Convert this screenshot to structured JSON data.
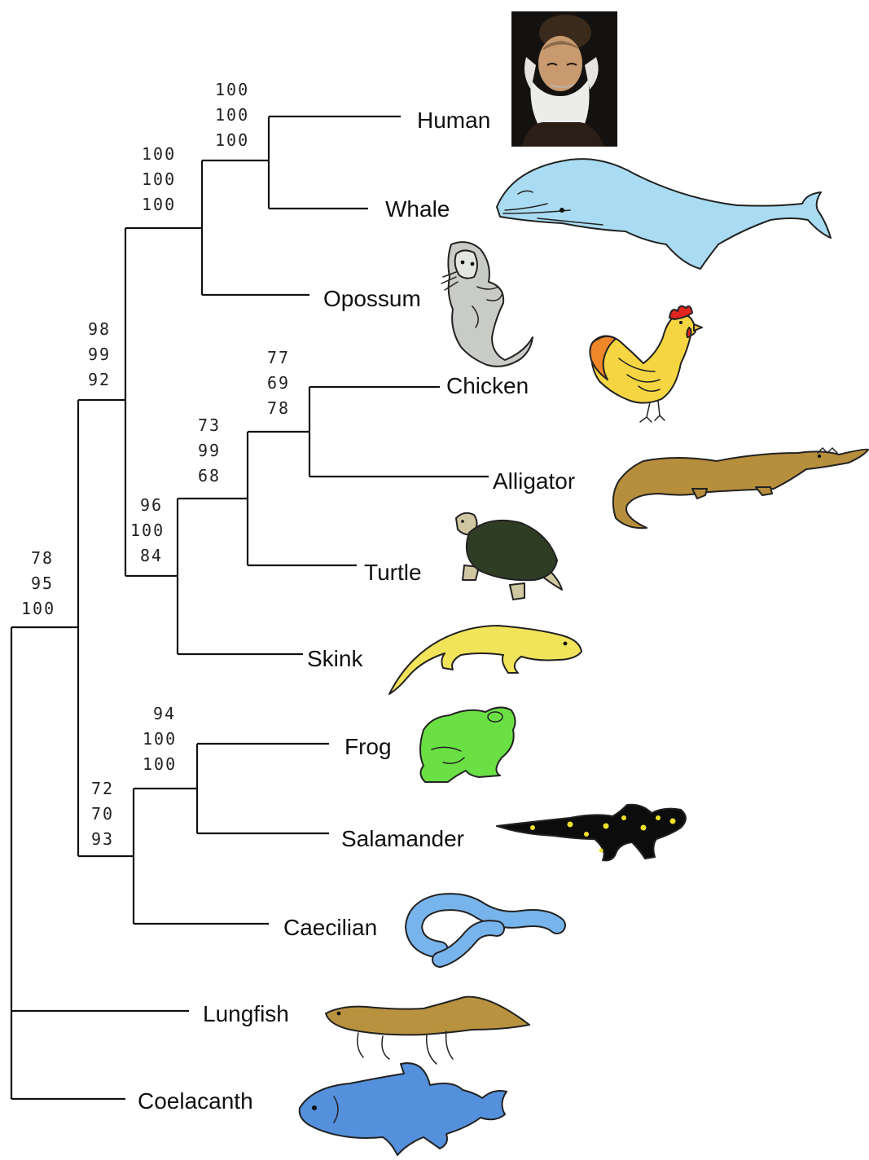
{
  "taxa": {
    "human": "Human",
    "whale": "Whale",
    "opossum": "Opossum",
    "chicken": "Chicken",
    "alligator": "Alligator",
    "turtle": "Turtle",
    "skink": "Skink",
    "frog": "Frog",
    "salamander": "Salamander",
    "caecilian": "Caecilian",
    "lungfish": "Lungfish",
    "coelacanth": "Coelacanth"
  },
  "support": {
    "human_whale": [
      "100",
      "100",
      "100"
    ],
    "mammals": [
      "100",
      "100",
      "100"
    ],
    "amniotes": [
      "98",
      "99",
      "92"
    ],
    "chicken_alligator": [
      "77",
      "69",
      "78"
    ],
    "archosaurs_turtle": [
      "73",
      "99",
      "68"
    ],
    "reptiles": [
      "96",
      "100",
      "84"
    ],
    "tetrapods": [
      "78",
      "95",
      "100"
    ],
    "frog_salamander": [
      "94",
      "100",
      "100"
    ],
    "amphibians": [
      "72",
      "70",
      "93"
    ]
  },
  "illustrations": {
    "human": "portrait",
    "whale": "whale",
    "opossum": "opossum",
    "chicken": "rooster",
    "alligator": "alligator",
    "turtle": "turtle",
    "skink": "skink",
    "frog": "frog",
    "salamander": "spotted-salamander",
    "caecilian": "caecilian",
    "lungfish": "lungfish",
    "coelacanth": "coelacanth"
  },
  "colors": {
    "whale": "#a9dcf2",
    "opossum": "#c9cbc6",
    "chicken": "#f5d642",
    "chicken_comb": "#e0261e",
    "alligator": "#b78e3c",
    "turtle_shell": "#2f3d25",
    "turtle_skin": "#cfc7a2",
    "skink": "#f1e45a",
    "frog": "#6be045",
    "salamander": "#0c0c0c",
    "salamander_spots": "#f2e02a",
    "caecilian": "#78b4ec",
    "lungfish": "#b8923e",
    "coelacanth": "#5590dc"
  }
}
